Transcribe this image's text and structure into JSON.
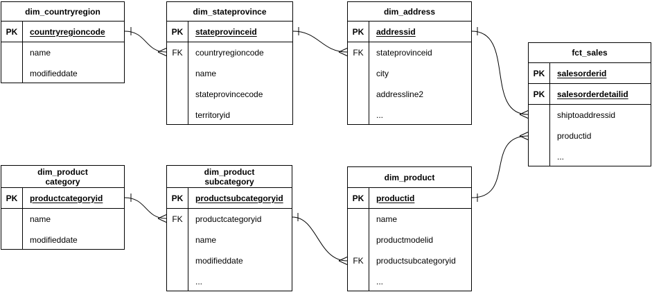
{
  "diagram_type": "entity-relationship-diagram",
  "colors": {
    "line": "#000000",
    "table_border": "#000000",
    "table_background": "#ffffff",
    "text": "#000000",
    "canvas_background": "#ffffff"
  },
  "tables": {
    "dim_countryregion": {
      "title": "dim_countryregion",
      "rows": [
        {
          "key": "PK",
          "field": "countryregioncode"
        },
        {
          "key": "",
          "field": "name"
        },
        {
          "key": "",
          "field": "modifieddate"
        }
      ]
    },
    "dim_stateprovince": {
      "title": "dim_stateprovince",
      "rows": [
        {
          "key": "PK",
          "field": "stateprovinceid"
        },
        {
          "key": "FK",
          "field": "countryregioncode"
        },
        {
          "key": "",
          "field": "name"
        },
        {
          "key": "",
          "field": "stateprovincecode"
        },
        {
          "key": "",
          "field": "territoryid"
        }
      ]
    },
    "dim_address": {
      "title": "dim_address",
      "rows": [
        {
          "key": "PK",
          "field": "addressid"
        },
        {
          "key": "FK",
          "field": "stateprovinceid"
        },
        {
          "key": "",
          "field": "city"
        },
        {
          "key": "",
          "field": "addressline2"
        },
        {
          "key": "",
          "field": "..."
        }
      ]
    },
    "fct_sales": {
      "title": "fct_sales",
      "rows": [
        {
          "key": "PK",
          "field": "salesorderid"
        },
        {
          "key": "PK",
          "field": "salesorderdetailid"
        },
        {
          "key": "",
          "field": "shiptoaddressid"
        },
        {
          "key": "",
          "field": "productid"
        },
        {
          "key": "",
          "field": "..."
        }
      ]
    },
    "dim_productcategory": {
      "title_line1": "dim_product",
      "title_line2": "category",
      "rows": [
        {
          "key": "PK",
          "field": "productcategoryid"
        },
        {
          "key": "",
          "field": "name"
        },
        {
          "key": "",
          "field": "modifieddate"
        }
      ]
    },
    "dim_productsubcategory": {
      "title_line1": "dim_product",
      "title_line2": "subcategory",
      "rows": [
        {
          "key": "PK",
          "field": "productsubcategoryid"
        },
        {
          "key": "FK",
          "field": "productcategoryid"
        },
        {
          "key": "",
          "field": "name"
        },
        {
          "key": "",
          "field": "modifieddate"
        },
        {
          "key": "",
          "field": "..."
        }
      ]
    },
    "dim_product": {
      "title": "dim_product",
      "rows": [
        {
          "key": "PK",
          "field": "productid"
        },
        {
          "key": "",
          "field": "name"
        },
        {
          "key": "",
          "field": "productmodelid"
        },
        {
          "key": "FK",
          "field": "productsubcategoryid"
        },
        {
          "key": "",
          "field": "..."
        }
      ]
    }
  },
  "relations": [
    {
      "from_table": "dim_countryregion",
      "from_field": "countryregioncode",
      "to_table": "dim_stateprovince",
      "to_field": "countryregioncode",
      "from_cardinality": "one",
      "to_cardinality": "many"
    },
    {
      "from_table": "dim_stateprovince",
      "from_field": "stateprovinceid",
      "to_table": "dim_address",
      "to_field": "stateprovinceid",
      "from_cardinality": "one",
      "to_cardinality": "many"
    },
    {
      "from_table": "dim_address",
      "from_field": "addressid",
      "to_table": "fct_sales",
      "to_field": "shiptoaddressid",
      "from_cardinality": "one",
      "to_cardinality": "many"
    },
    {
      "from_table": "dim_product",
      "from_field": "productid",
      "to_table": "fct_sales",
      "to_field": "productid",
      "from_cardinality": "one",
      "to_cardinality": "many"
    },
    {
      "from_table": "dim_productcategory",
      "from_field": "productcategoryid",
      "to_table": "dim_productsubcategory",
      "to_field": "productcategoryid",
      "from_cardinality": "one",
      "to_cardinality": "many"
    },
    {
      "from_table": "dim_productsubcategory",
      "from_field": "productsubcategoryid",
      "to_table": "dim_product",
      "to_field": "productsubcategoryid",
      "from_cardinality": "one",
      "to_cardinality": "many"
    }
  ]
}
